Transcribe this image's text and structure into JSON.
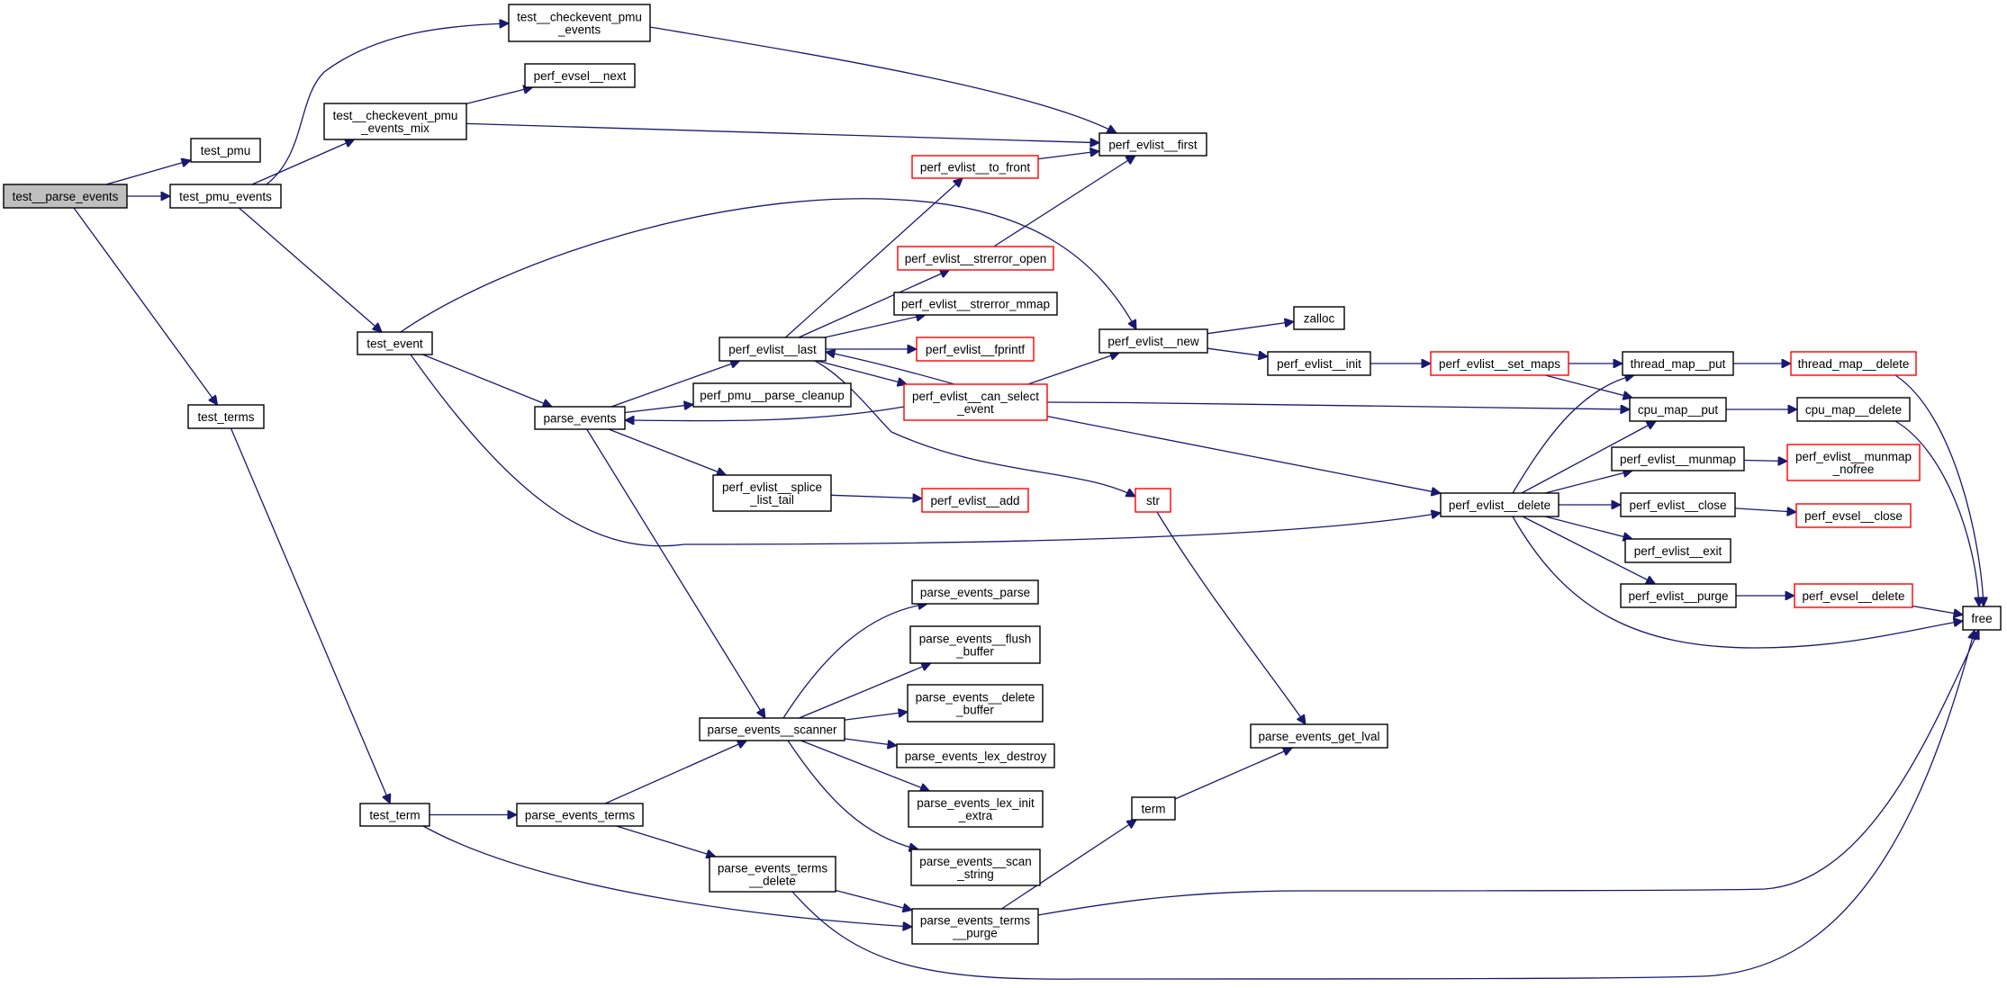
{
  "diagram": {
    "title": "test__parse_events call graph",
    "colors": {
      "edge": "#191970",
      "link_border": "#ff0000",
      "root_fill": "#bfbfbf",
      "node_border": "#000000"
    },
    "nodes": [
      {
        "id": "test__parse_events",
        "lines": [
          "test__parse_events"
        ],
        "style": "root"
      },
      {
        "id": "test_pmu",
        "lines": [
          "test_pmu"
        ],
        "style": "normal"
      },
      {
        "id": "test_pmu_events",
        "lines": [
          "test_pmu_events"
        ],
        "style": "normal"
      },
      {
        "id": "test_terms",
        "lines": [
          "test_terms"
        ],
        "style": "normal"
      },
      {
        "id": "test__checkevent_pmu_events",
        "lines": [
          "test__checkevent_pmu",
          "_events"
        ],
        "style": "normal"
      },
      {
        "id": "test__checkevent_pmu_events_mix",
        "lines": [
          "test__checkevent_pmu",
          "_events_mix"
        ],
        "style": "normal"
      },
      {
        "id": "perf_evsel__next",
        "lines": [
          "perf_evsel__next"
        ],
        "style": "normal"
      },
      {
        "id": "test_event",
        "lines": [
          "test_event"
        ],
        "style": "normal"
      },
      {
        "id": "test_term",
        "lines": [
          "test_term"
        ],
        "style": "normal"
      },
      {
        "id": "perf_evlist__first",
        "lines": [
          "perf_evlist__first"
        ],
        "style": "normal"
      },
      {
        "id": "perf_evlist__to_front",
        "lines": [
          "perf_evlist__to_front"
        ],
        "style": "red"
      },
      {
        "id": "perf_evlist__strerror_open",
        "lines": [
          "perf_evlist__strerror_open"
        ],
        "style": "red"
      },
      {
        "id": "perf_evlist__strerror_mmap",
        "lines": [
          "perf_evlist__strerror_mmap"
        ],
        "style": "normal"
      },
      {
        "id": "perf_evlist__last",
        "lines": [
          "perf_evlist__last"
        ],
        "style": "normal"
      },
      {
        "id": "perf_evlist__fprintf",
        "lines": [
          "perf_evlist__fprintf"
        ],
        "style": "red"
      },
      {
        "id": "parse_events",
        "lines": [
          "parse_events"
        ],
        "style": "normal"
      },
      {
        "id": "perf_pmu__parse_cleanup",
        "lines": [
          "perf_pmu__parse_cleanup"
        ],
        "style": "normal"
      },
      {
        "id": "perf_evlist__can_select_event",
        "lines": [
          "perf_evlist__can_select",
          "_event"
        ],
        "style": "red"
      },
      {
        "id": "perf_evlist__splice_list_tail",
        "lines": [
          "perf_evlist__splice",
          "_list_tail"
        ],
        "style": "normal"
      },
      {
        "id": "perf_evlist__add",
        "lines": [
          "perf_evlist__add"
        ],
        "style": "red"
      },
      {
        "id": "str",
        "lines": [
          "str"
        ],
        "style": "red"
      },
      {
        "id": "perf_evlist__new",
        "lines": [
          "perf_evlist__new"
        ],
        "style": "normal"
      },
      {
        "id": "zalloc",
        "lines": [
          "zalloc"
        ],
        "style": "normal"
      },
      {
        "id": "perf_evlist__init",
        "lines": [
          "perf_evlist__init"
        ],
        "style": "normal"
      },
      {
        "id": "perf_evlist__set_maps",
        "lines": [
          "perf_evlist__set_maps"
        ],
        "style": "red"
      },
      {
        "id": "thread_map__put",
        "lines": [
          "thread_map__put"
        ],
        "style": "normal"
      },
      {
        "id": "thread_map__delete",
        "lines": [
          "thread_map__delete"
        ],
        "style": "red"
      },
      {
        "id": "cpu_map__put",
        "lines": [
          "cpu_map__put"
        ],
        "style": "normal"
      },
      {
        "id": "cpu_map__delete",
        "lines": [
          "cpu_map__delete"
        ],
        "style": "normal"
      },
      {
        "id": "perf_evlist__delete",
        "lines": [
          "perf_evlist__delete"
        ],
        "style": "normal"
      },
      {
        "id": "perf_evlist__munmap",
        "lines": [
          "perf_evlist__munmap"
        ],
        "style": "normal"
      },
      {
        "id": "perf_evlist__munmap_nofree",
        "lines": [
          "perf_evlist__munmap",
          "_nofree"
        ],
        "style": "red"
      },
      {
        "id": "perf_evlist__close",
        "lines": [
          "perf_evlist__close"
        ],
        "style": "normal"
      },
      {
        "id": "perf_evsel__close",
        "lines": [
          "perf_evsel__close"
        ],
        "style": "red"
      },
      {
        "id": "perf_evlist__exit",
        "lines": [
          "perf_evlist__exit"
        ],
        "style": "normal"
      },
      {
        "id": "perf_evlist__purge",
        "lines": [
          "perf_evlist__purge"
        ],
        "style": "normal"
      },
      {
        "id": "perf_evsel__delete",
        "lines": [
          "perf_evsel__delete"
        ],
        "style": "red"
      },
      {
        "id": "free",
        "lines": [
          "free"
        ],
        "style": "normal"
      },
      {
        "id": "parse_events_parse",
        "lines": [
          "parse_events_parse"
        ],
        "style": "normal"
      },
      {
        "id": "parse_events__flush_buffer",
        "lines": [
          "parse_events__flush",
          "_buffer"
        ],
        "style": "normal"
      },
      {
        "id": "parse_events__delete_buffer",
        "lines": [
          "parse_events__delete",
          "_buffer"
        ],
        "style": "normal"
      },
      {
        "id": "parse_events__scanner",
        "lines": [
          "parse_events__scanner"
        ],
        "style": "normal"
      },
      {
        "id": "parse_events_lex_destroy",
        "lines": [
          "parse_events_lex_destroy"
        ],
        "style": "normal"
      },
      {
        "id": "parse_events_lex_init_extra",
        "lines": [
          "parse_events_lex_init",
          "_extra"
        ],
        "style": "normal"
      },
      {
        "id": "parse_events__scan_string",
        "lines": [
          "parse_events__scan",
          "_string"
        ],
        "style": "normal"
      },
      {
        "id": "parse_events_get_lval",
        "lines": [
          "parse_events_get_lval"
        ],
        "style": "normal"
      },
      {
        "id": "term",
        "lines": [
          "term"
        ],
        "style": "normal"
      },
      {
        "id": "parse_events_terms",
        "lines": [
          "parse_events_terms"
        ],
        "style": "normal"
      },
      {
        "id": "parse_events_terms__delete",
        "lines": [
          "parse_events_terms",
          "__delete"
        ],
        "style": "normal"
      },
      {
        "id": "parse_events_terms__purge",
        "lines": [
          "parse_events_terms",
          "__purge"
        ],
        "style": "normal"
      }
    ],
    "edges": [
      [
        "test__parse_events",
        "test_pmu"
      ],
      [
        "test__parse_events",
        "test_pmu_events"
      ],
      [
        "test__parse_events",
        "test_terms"
      ],
      [
        "test_pmu_events",
        "test__checkevent_pmu_events"
      ],
      [
        "test_pmu_events",
        "test__checkevent_pmu_events_mix"
      ],
      [
        "test_pmu_events",
        "test_event"
      ],
      [
        "test__checkevent_pmu_events",
        "perf_evlist__first"
      ],
      [
        "test__checkevent_pmu_events_mix",
        "perf_evsel__next"
      ],
      [
        "test__checkevent_pmu_events_mix",
        "perf_evlist__first"
      ],
      [
        "test_event",
        "perf_evlist__new"
      ],
      [
        "test_event",
        "parse_events"
      ],
      [
        "test_event",
        "perf_evlist__delete"
      ],
      [
        "test_terms",
        "test_term"
      ],
      [
        "parse_events",
        "perf_evlist__last"
      ],
      [
        "parse_events",
        "perf_pmu__parse_cleanup"
      ],
      [
        "parse_events",
        "perf_evlist__splice_list_tail"
      ],
      [
        "parse_events",
        "parse_events__scanner"
      ],
      [
        "perf_evlist__last",
        "perf_evlist__to_front"
      ],
      [
        "perf_evlist__last",
        "perf_evlist__strerror_open"
      ],
      [
        "perf_evlist__last",
        "perf_evlist__strerror_mmap"
      ],
      [
        "perf_evlist__last",
        "perf_evlist__fprintf"
      ],
      [
        "perf_evlist__last",
        "perf_evlist__can_select_event"
      ],
      [
        "perf_evlist__last",
        "str"
      ],
      [
        "perf_evlist__to_front",
        "perf_evlist__first"
      ],
      [
        "perf_evlist__strerror_open",
        "perf_evlist__first"
      ],
      [
        "perf_evlist__can_select_event",
        "perf_evlist__last"
      ],
      [
        "perf_evlist__can_select_event",
        "parse_events"
      ],
      [
        "perf_evlist__can_select_event",
        "perf_evlist__new"
      ],
      [
        "perf_evlist__can_select_event",
        "cpu_map__put"
      ],
      [
        "perf_evlist__can_select_event",
        "perf_evlist__delete"
      ],
      [
        "perf_evlist__splice_list_tail",
        "perf_evlist__add"
      ],
      [
        "perf_evlist__new",
        "zalloc"
      ],
      [
        "perf_evlist__new",
        "perf_evlist__init"
      ],
      [
        "perf_evlist__init",
        "perf_evlist__set_maps"
      ],
      [
        "perf_evlist__set_maps",
        "thread_map__put"
      ],
      [
        "perf_evlist__set_maps",
        "cpu_map__put"
      ],
      [
        "thread_map__put",
        "thread_map__delete"
      ],
      [
        "cpu_map__put",
        "cpu_map__delete"
      ],
      [
        "thread_map__delete",
        "free"
      ],
      [
        "cpu_map__delete",
        "free"
      ],
      [
        "perf_evlist__delete",
        "thread_map__put"
      ],
      [
        "perf_evlist__delete",
        "cpu_map__put"
      ],
      [
        "perf_evlist__delete",
        "perf_evlist__munmap"
      ],
      [
        "perf_evlist__delete",
        "perf_evlist__close"
      ],
      [
        "perf_evlist__delete",
        "perf_evlist__exit"
      ],
      [
        "perf_evlist__delete",
        "perf_evlist__purge"
      ],
      [
        "perf_evlist__delete",
        "free"
      ],
      [
        "perf_evlist__munmap",
        "perf_evlist__munmap_nofree"
      ],
      [
        "perf_evlist__close",
        "perf_evsel__close"
      ],
      [
        "perf_evlist__purge",
        "perf_evsel__delete"
      ],
      [
        "perf_evsel__delete",
        "free"
      ],
      [
        "str",
        "parse_events_get_lval"
      ],
      [
        "parse_events__scanner",
        "parse_events_parse"
      ],
      [
        "parse_events__scanner",
        "parse_events__flush_buffer"
      ],
      [
        "parse_events__scanner",
        "parse_events__delete_buffer"
      ],
      [
        "parse_events__scanner",
        "parse_events_lex_destroy"
      ],
      [
        "parse_events__scanner",
        "parse_events_lex_init_extra"
      ],
      [
        "parse_events__scanner",
        "parse_events__scan_string"
      ],
      [
        "test_term",
        "parse_events_terms"
      ],
      [
        "test_term",
        "parse_events_terms__purge"
      ],
      [
        "parse_events_terms",
        "parse_events__scanner"
      ],
      [
        "parse_events_terms",
        "parse_events_terms__delete"
      ],
      [
        "parse_events_terms__delete",
        "parse_events_terms__purge"
      ],
      [
        "parse_events_terms__delete",
        "free"
      ],
      [
        "parse_events_terms__purge",
        "term"
      ],
      [
        "parse_events_terms__purge",
        "free"
      ],
      [
        "term",
        "parse_events_get_lval"
      ]
    ]
  }
}
